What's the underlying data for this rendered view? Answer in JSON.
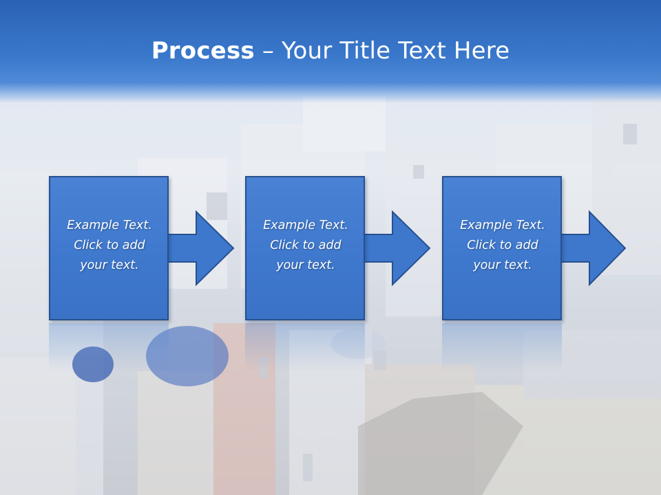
{
  "slide": {
    "title_bold": "Process",
    "title_rest": " – Your Title Text Here"
  },
  "steps": [
    {
      "line1": "Example Text.",
      "line2": "Click  to add",
      "line3": "your text."
    },
    {
      "line1": "Example Text.",
      "line2": "Click  to add",
      "line3": "your text."
    },
    {
      "line1": "Example Text.",
      "line2": "Click  to add",
      "line3": "your text."
    }
  ],
  "colors": {
    "title_bar": "#2a62b4",
    "step_fill": "#4079cd",
    "step_border": "#27508f",
    "title_text": "#ffffff"
  }
}
